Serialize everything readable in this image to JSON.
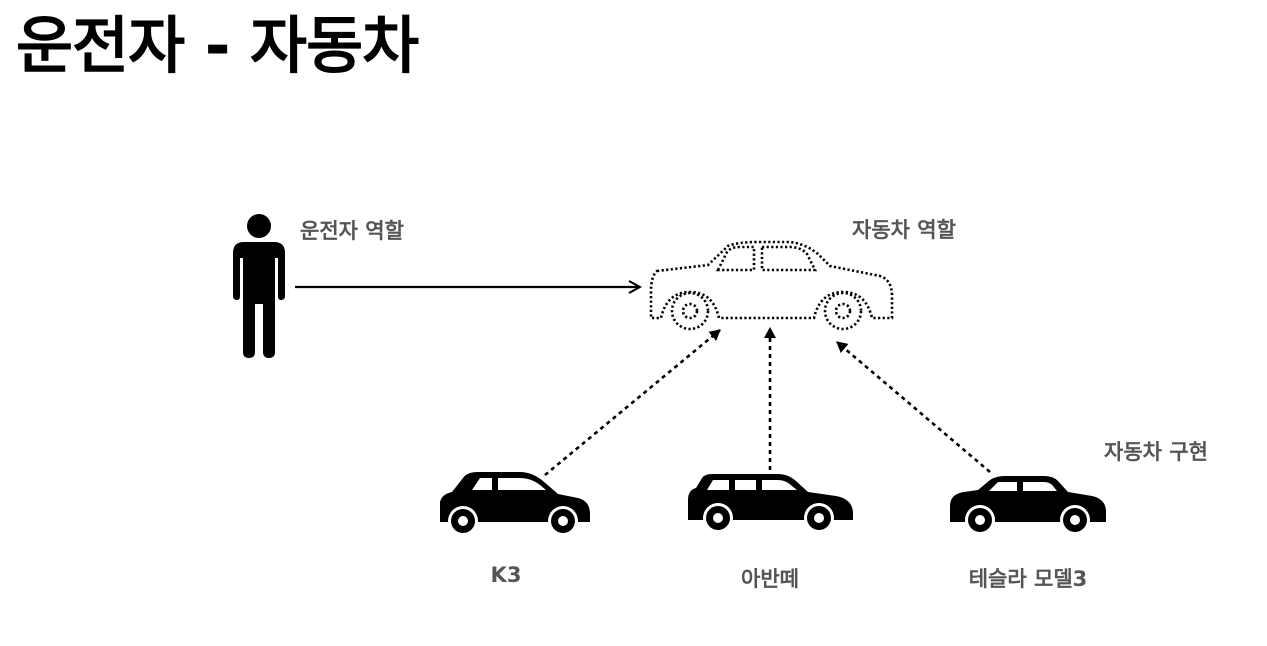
{
  "title": "운전자 - 자동차",
  "driver_role": {
    "label": "운전자 역할",
    "icon": "person-icon"
  },
  "car_role": {
    "label": "자동차 역할",
    "icon": "car-outline-icon"
  },
  "implementation_label": "자동차 구현",
  "implementations": [
    {
      "label": "K3",
      "icon": "hatchback-car-icon"
    },
    {
      "label": "아반떼",
      "icon": "wagon-car-icon"
    },
    {
      "label": "테슬라 모델3",
      "icon": "sedan-car-icon"
    }
  ],
  "colors": {
    "text": "#000000",
    "label": "#555555",
    "background": "#ffffff"
  }
}
